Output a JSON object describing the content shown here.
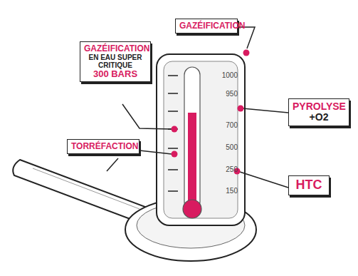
{
  "diagram": {
    "nodes": [
      {
        "text": [
          "GAZÉIFICATION"
        ]
      },
      {
        "text": [
          "GAZÉIFICATION",
          "EN EAU SUPER CRITIQUE",
          "300 BARS"
        ]
      },
      {
        "text": [
          "PYROLYSE",
          "+O2"
        ]
      },
      {
        "text": [
          "TORRÉFACTION"
        ]
      },
      {
        "text": [
          "HTC"
        ]
      }
    ],
    "labels": [
      "1000",
      "950",
      "700",
      "500",
      "250",
      "150"
    ]
  }
}
